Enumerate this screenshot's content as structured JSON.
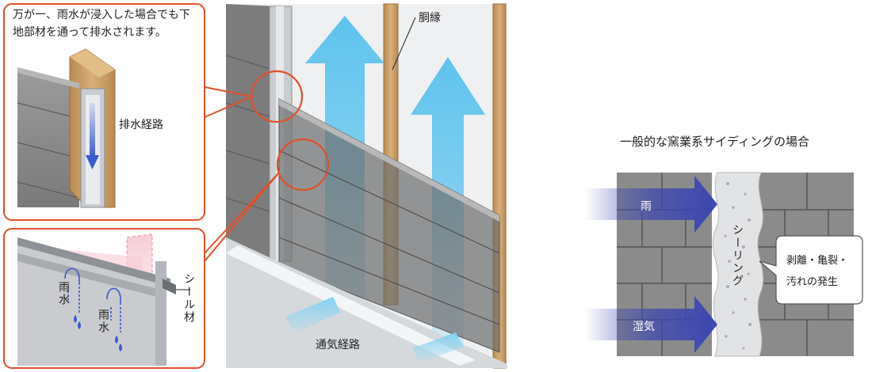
{
  "callout_top": {
    "note": "万が一、雨水が浸入した場合でも下地部材を通って排水されます。",
    "drain_label": "排水経路"
  },
  "callout_bottom": {
    "rain_label_1": "雨水",
    "rain_label_2": "雨水",
    "seal_label": "シール材"
  },
  "center": {
    "furring_label": "胴縁",
    "ventilation_label": "通気経路"
  },
  "right": {
    "title": "一般的な窯業系サイディングの場合",
    "rain_label": "雨",
    "humidity_label": "湿気",
    "sealing_label": "シーリング",
    "bubble_label_line1": "剥離・亀裂・",
    "bubble_label_line2": "汚れの発生"
  },
  "colors": {
    "callout_border": "#e0502a",
    "wood": "#caa06a",
    "siding": "#8a8a8a",
    "air_arrow": "#5ec3ee",
    "pressure_arrow": "#3b46b0",
    "panel": "#9a9a9a"
  }
}
